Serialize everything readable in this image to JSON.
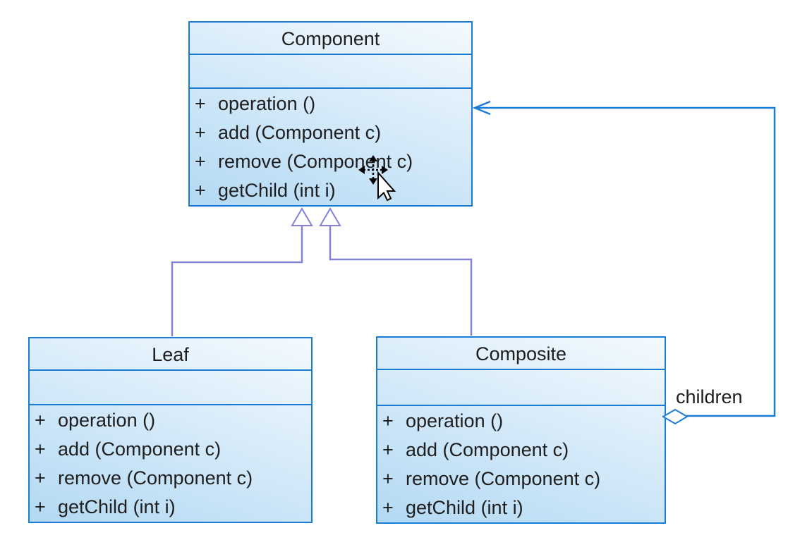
{
  "diagram": {
    "colors": {
      "class_border": "#1b7cd6",
      "class_fill_top": "#f4fafe",
      "class_fill_mid": "#d9ecfa",
      "class_fill_bottom": "#b3d9f3",
      "generalization_line": "#8282da",
      "aggregation_line": "#1b7cd6",
      "text": "#1e1e1e",
      "canvas_bg": "#ffffff"
    },
    "classes": [
      {
        "name": "Component",
        "attributes": [],
        "methods": [
          {
            "visibility": "+",
            "signature": "operation ()"
          },
          {
            "visibility": "+",
            "signature": "add (Component c)"
          },
          {
            "visibility": "+",
            "signature": "remove (Component c)"
          },
          {
            "visibility": "+",
            "signature": "getChild (int i)"
          }
        ]
      },
      {
        "name": "Leaf",
        "attributes": [],
        "methods": [
          {
            "visibility": "+",
            "signature": "operation ()"
          },
          {
            "visibility": "+",
            "signature": "add (Component c)"
          },
          {
            "visibility": "+",
            "signature": "remove (Component c)"
          },
          {
            "visibility": "+",
            "signature": "getChild (int i)"
          }
        ]
      },
      {
        "name": "Composite",
        "attributes": [],
        "methods": [
          {
            "visibility": "+",
            "signature": "operation ()"
          },
          {
            "visibility": "+",
            "signature": "add (Component c)"
          },
          {
            "visibility": "+",
            "signature": "remove (Component c)"
          },
          {
            "visibility": "+",
            "signature": "getChild (int i)"
          }
        ]
      }
    ],
    "relationships": [
      {
        "type": "generalization",
        "from": "Leaf",
        "to": "Component",
        "label": ""
      },
      {
        "type": "generalization",
        "from": "Composite",
        "to": "Component",
        "label": ""
      },
      {
        "type": "aggregation",
        "from": "Composite",
        "to": "Component",
        "label": "children"
      }
    ],
    "cursor": {
      "type": "move-pointer"
    }
  }
}
